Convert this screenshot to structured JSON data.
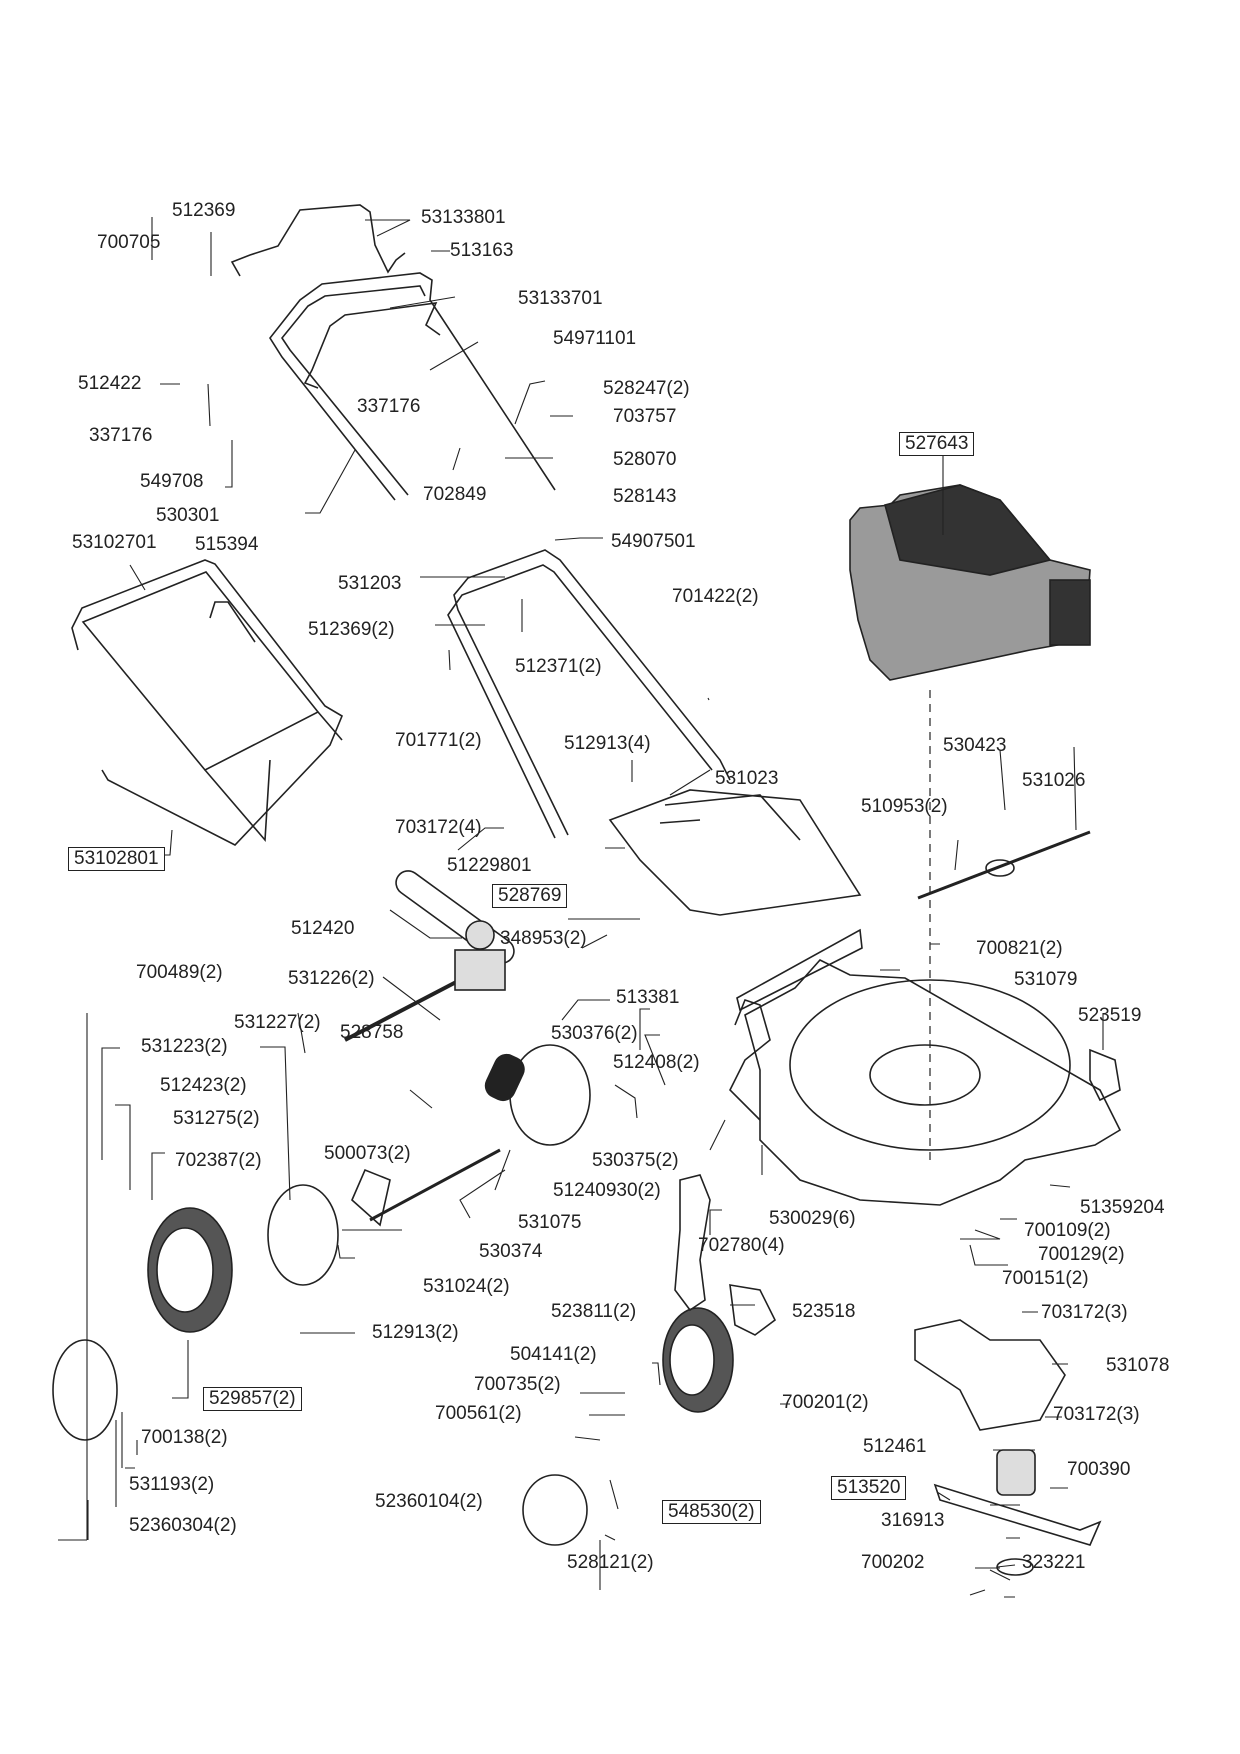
{
  "title": "Lawn mower exploded parts diagram",
  "colors": {
    "line": "#222222",
    "fill_gray": "#b0b0b0",
    "dark": "#333333",
    "engine_gray": "#9a9a9a"
  },
  "labels": {
    "p512369": "512369",
    "p53133801": "53133801",
    "p700705": "700705",
    "p513163": "513163",
    "p53133701": "53133701",
    "p54971101": "54971101",
    "p512422": "512422",
    "p337176a": "337176",
    "p337176b": "337176",
    "p528247": "528247(2)",
    "p703757": "703757",
    "p549708": "549708",
    "p528070": "528070",
    "p702849": "702849",
    "p530301": "530301",
    "p528143": "528143",
    "p515394": "515394",
    "p527643": "527643",
    "p53102701": "53102701",
    "p54907501": "54907501",
    "p531203": "531203",
    "p701422": "701422(2)",
    "p512369b": "512369(2)",
    "p512371": "512371(2)",
    "p701771": "701771(2)",
    "p530423": "530423",
    "p512913a": "512913(4)",
    "p531026": "531026",
    "p531023": "531023",
    "p510953": "510953(2)",
    "p703172a": "703172(4)",
    "p53102801": "53102801",
    "p51229801": "51229801",
    "p528769": "528769",
    "p348953": "348953(2)",
    "p700821": "700821(2)",
    "p512420": "512420",
    "p531079": "531079",
    "p700489": "700489(2)",
    "p531226": "531226(2)",
    "p513381": "513381",
    "p523519": "523519",
    "p531227": "531227(2)",
    "p528758": "528758",
    "p531223": "531223(2)",
    "p530376": "530376(2)",
    "p512408": "512408(2)",
    "p512423": "512423(2)",
    "p531275": "531275(2)",
    "p500073": "500073(2)",
    "p530375": "530375(2)",
    "p702387": "702387(2)",
    "p51240930": "51240930(2)",
    "p531075": "531075",
    "p51359204": "51359204",
    "p530029": "530029(6)",
    "p700109": "700109(2)",
    "p530374": "530374",
    "p702780": "702780(4)",
    "p700129": "700129(2)",
    "p531024": "531024(2)",
    "p700151": "700151(2)",
    "p523811": "523811(2)",
    "p523518": "523518",
    "p703172b": "703172(3)",
    "p512913b": "512913(2)",
    "p531078": "531078",
    "p504141": "504141(2)",
    "p529857": "529857(2)",
    "p700735": "700735(2)",
    "p700201": "700201(2)",
    "p700561": "700561(2)",
    "p703172c": "703172(3)",
    "p700138": "700138(2)",
    "p512461": "512461",
    "p700390": "700390",
    "p513520": "513520",
    "p531193": "531193(2)",
    "p52360104": "52360104(2)",
    "p316913": "316913",
    "p548530": "548530(2)",
    "p52360304": "52360304(2)",
    "p700202": "700202",
    "p323221": "323221",
    "p528121": "528121(2)"
  }
}
